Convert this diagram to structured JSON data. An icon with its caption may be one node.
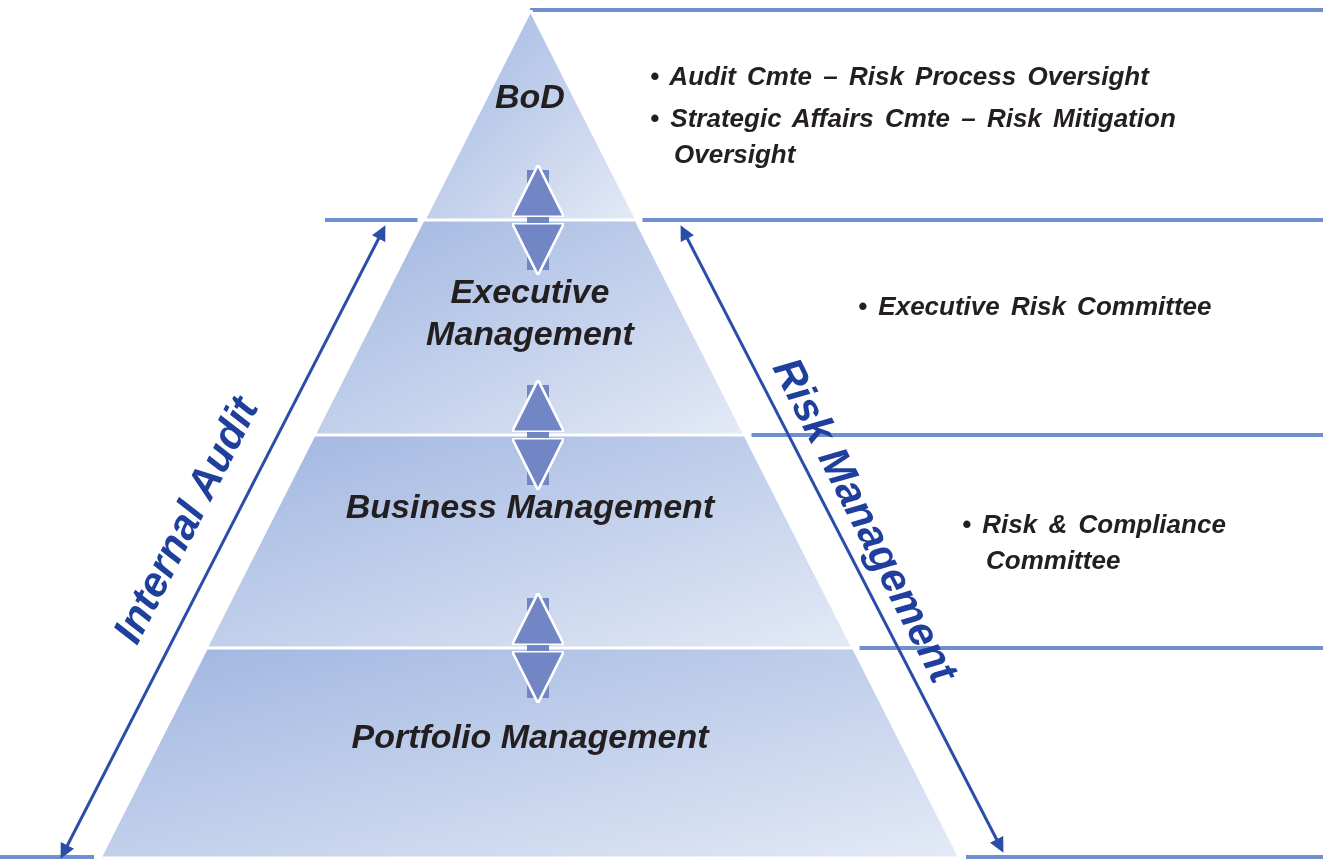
{
  "diagram": {
    "nodes": [
      {
        "text": [
          "BoD"
        ]
      },
      {
        "text": [
          "Executive Management"
        ]
      },
      {
        "text": [
          "Business Management"
        ]
      },
      {
        "text": [
          "Portfolio Management"
        ]
      }
    ],
    "edges": [
      {
        "from": 0,
        "to": 1,
        "arrow": "both"
      },
      {
        "from": 1,
        "to": 2,
        "arrow": "both"
      },
      {
        "from": 2,
        "to": 3,
        "arrow": "both"
      }
    ],
    "labels": [
      "• Audit Cmte – Risk Process Oversight",
      "• Strategic Affairs Cmte – Risk Mitigation Oversight",
      "• Executive Risk Committee",
      "• Risk & Compliance Committee",
      "Internal Audit",
      "Risk Management"
    ]
  }
}
